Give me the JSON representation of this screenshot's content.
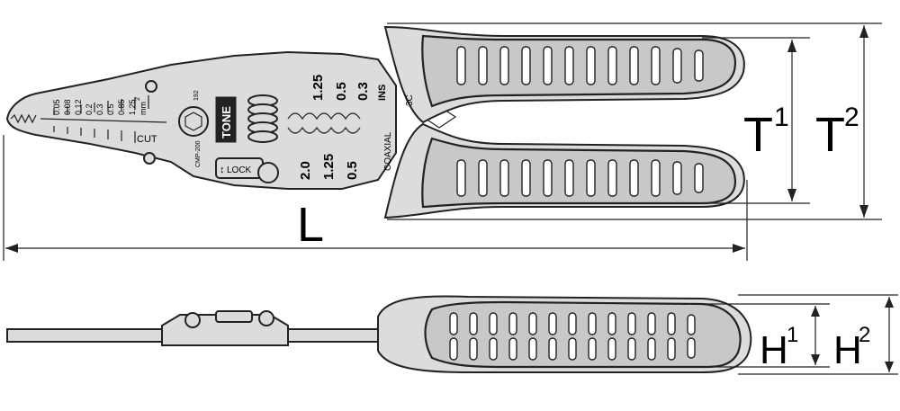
{
  "dimensions": {
    "length": "L",
    "thickness_1": {
      "main": "T",
      "sub": "1"
    },
    "thickness_2": {
      "main": "T",
      "sub": "2"
    },
    "height_1": {
      "main": "H",
      "sub": "1"
    },
    "height_2": {
      "main": "H",
      "sub": "2"
    }
  },
  "tool_markings": {
    "wire_sizes_small": [
      "0.05",
      "0.08",
      "0.12",
      "0.2",
      "0.3",
      "0.5",
      "0.85",
      "1.25"
    ],
    "wire_unit": "mm",
    "wire_unit_exp": "2",
    "cut_label": "CUT",
    "code_192": "192",
    "brand": "TONE",
    "model": "CMP-200",
    "lock_label": "LOCK",
    "crimp_upper": [
      "1.25",
      "0.5",
      "0.3"
    ],
    "ins_label": "INS",
    "crimp_lower": [
      "2.0",
      "1.25",
      "0.5"
    ],
    "coaxial_label": "COAXIAL",
    "coax_size": "3C"
  }
}
